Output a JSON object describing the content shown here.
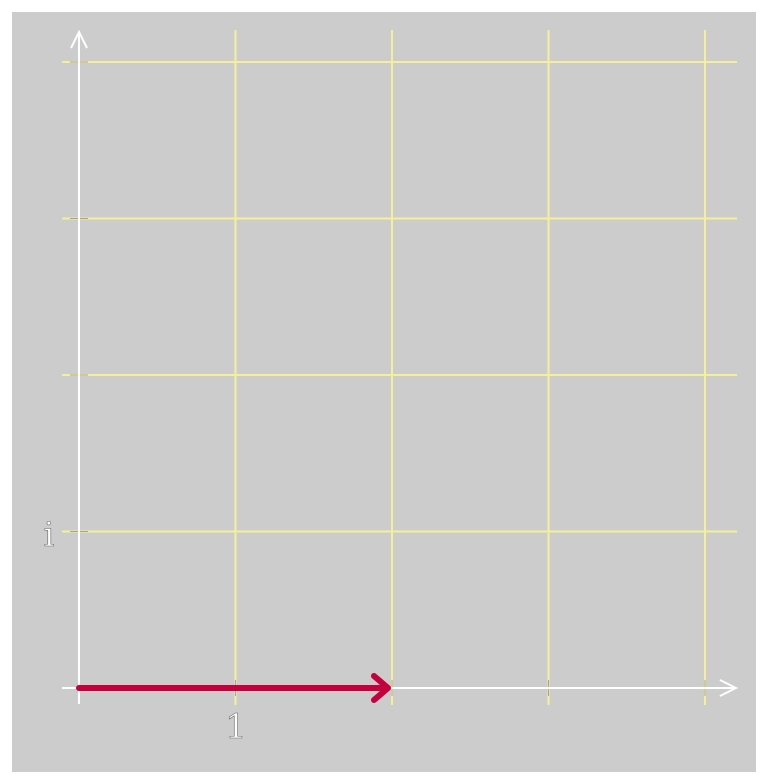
{
  "diagram": {
    "background_color": "#cccccc",
    "grid_color": "#f5ef9a",
    "axis_color": "#ffffff",
    "vector_color": "#c4003f",
    "grid_extent": {
      "x": [
        0,
        4
      ],
      "y": [
        0,
        4
      ]
    },
    "labels": {
      "real_unit": "1",
      "imaginary_unit": "i"
    },
    "vector": {
      "from": [
        0,
        0
      ],
      "to": [
        2,
        0
      ]
    }
  }
}
